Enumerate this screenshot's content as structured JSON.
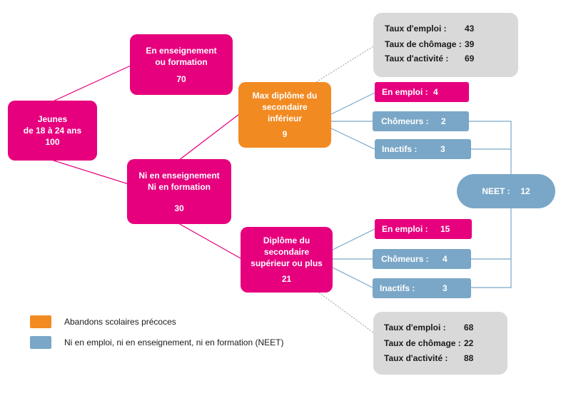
{
  "root": {
    "line1": "Jeunes",
    "line2": "de 18 à 24 ans",
    "value": "100"
  },
  "in_education": {
    "line1": "En enseignement",
    "line2": "ou formation",
    "value": "70"
  },
  "not_in_education": {
    "line1": "Ni en enseignement",
    "line2": "Ni en formation",
    "value": "30"
  },
  "max_lower": {
    "line1": "Max diplôme du",
    "line2": "secondaire",
    "line3": "inférieur",
    "value": "9"
  },
  "upper": {
    "line1": "Diplôme du",
    "line2": "secondaire",
    "line3": "supérieur ou plus",
    "value": "21"
  },
  "lower_status": {
    "employed": {
      "label": "En emploi :",
      "value": "4"
    },
    "unemployed": {
      "label": "Chômeurs :",
      "value": "2"
    },
    "inactive": {
      "label": "Inactifs :",
      "value": "3"
    }
  },
  "upper_status": {
    "employed": {
      "label": "En emploi :",
      "value": "15"
    },
    "unemployed": {
      "label": "Chômeurs :",
      "value": "4"
    },
    "inactive": {
      "label": "Inactifs :",
      "value": "3"
    }
  },
  "neet": {
    "label": "NEET :",
    "value": "12"
  },
  "rates_lower": [
    {
      "label": "Taux d'emploi :",
      "value": "43"
    },
    {
      "label": "Taux de chômage :",
      "value": "39"
    },
    {
      "label": "Taux d'activité :",
      "value": "69"
    }
  ],
  "rates_upper": [
    {
      "label": "Taux d'emploi :",
      "value": "68"
    },
    {
      "label": "Taux de chômage :",
      "value": "22"
    },
    {
      "label": "Taux d'activité :",
      "value": "88"
    }
  ],
  "legend": [
    {
      "label": "Abandons scolaires précoces",
      "color": "#f28a22"
    },
    {
      "label": "Ni en emploi, ni en enseignement, ni en formation (NEET)",
      "color": "#7aa7c7"
    }
  ],
  "colors": {
    "pink": "#e6007e",
    "orange": "#f28a22",
    "blue": "#7aa7c7",
    "gray": "#d9d9d9"
  }
}
